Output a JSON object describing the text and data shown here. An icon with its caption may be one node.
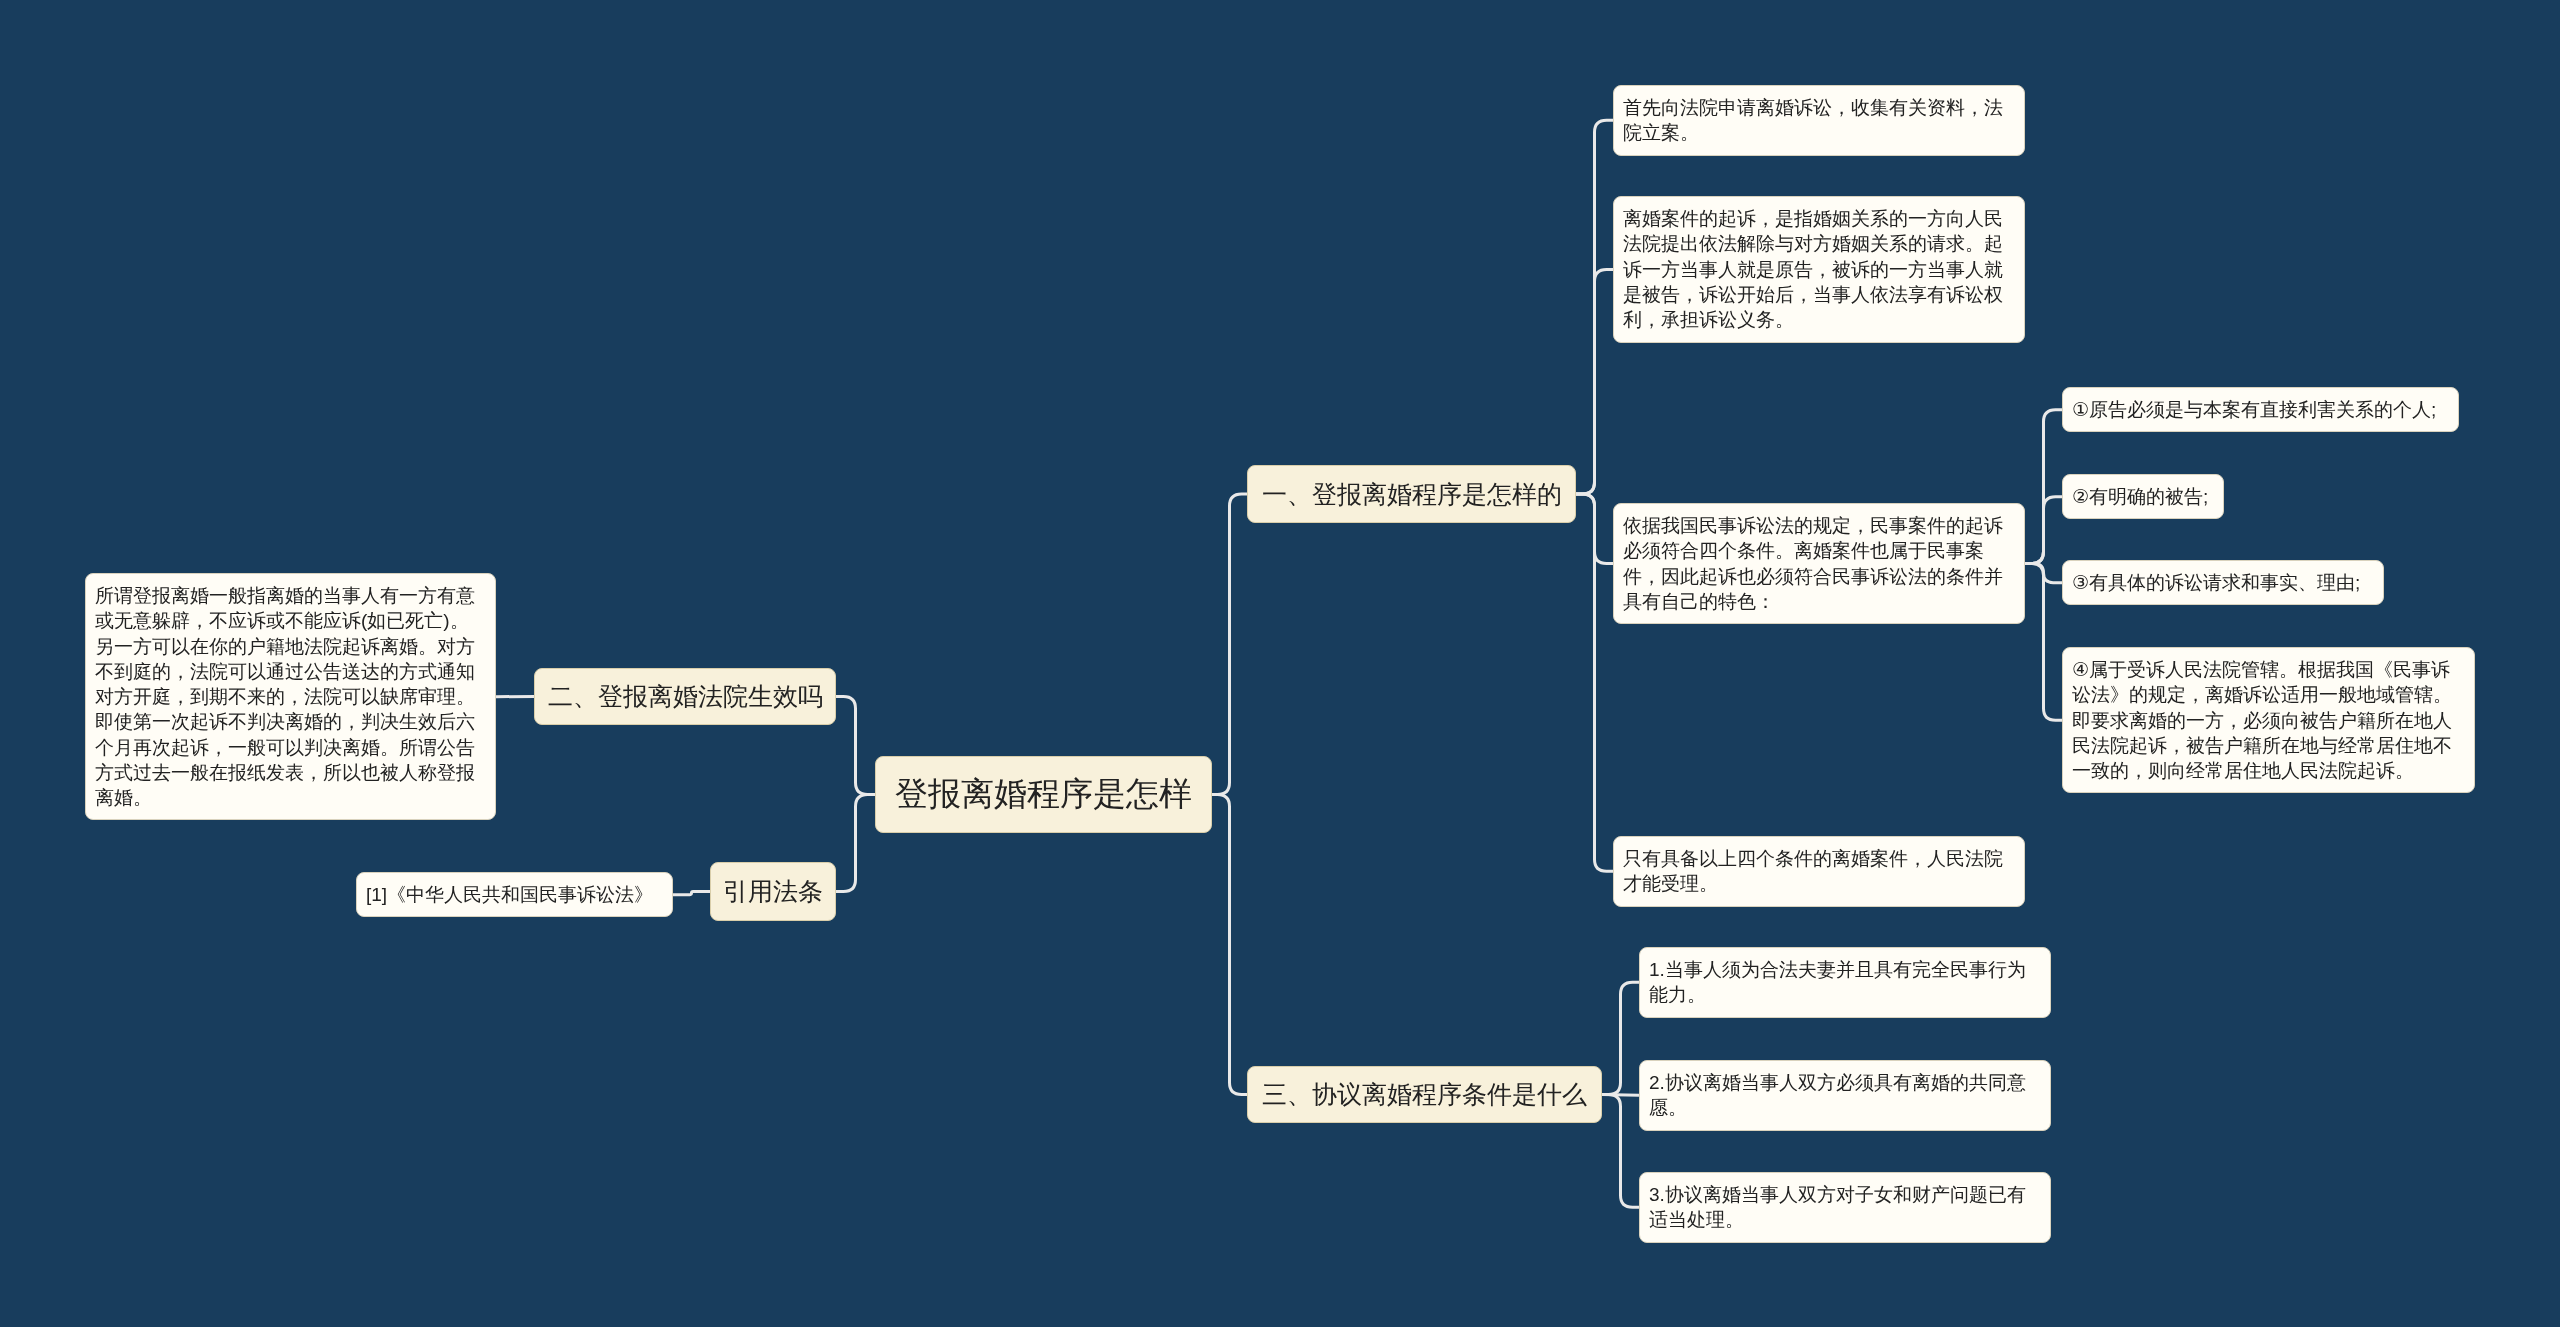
{
  "diagram": {
    "nodes": [
      {
        "text": [
          "登报离婚程序是怎样"
        ]
      },
      {
        "text": [
          "一、登报离婚程序是怎样的"
        ]
      },
      {
        "text": [
          "首先向法院申请离婚诉讼，收集有关资料，法院立案。"
        ]
      },
      {
        "text": [
          "离婚案件的起诉，是指婚姻关系的一方向人民法院提出依法解除与对方婚姻关系的请求。起诉一方当事人就是原告，被诉的一方当事人就是被告，诉讼开始后，当事人依法享有诉讼权利，承担诉讼义务。"
        ]
      },
      {
        "text": [
          "依据我国民事诉讼法的规定，民事案件的起诉必须符合四个条件。离婚案件也属于民事案件，因此起诉也必须符合民事诉讼法的条件并具有自己的特色："
        ]
      },
      {
        "text": [
          "①原告必须是与本案有直接利害关系的个人;"
        ]
      },
      {
        "text": [
          "②有明确的被告;"
        ]
      },
      {
        "text": [
          "③有具体的诉讼请求和事实、理由;"
        ]
      },
      {
        "text": [
          "④属于受诉人民法院管辖。根据我国《民事诉讼法》的规定，离婚诉讼适用一般地域管辖。即要求离婚的一方，必须向被告户籍所在地人民法院起诉，被告户籍所在地与经常居住地不一致的，则向经常居住地人民法院起诉。"
        ]
      },
      {
        "text": [
          "只有具备以上四个条件的离婚案件，人民法院才能受理。"
        ]
      },
      {
        "text": [
          "三、协议离婚程序条件是什么"
        ]
      },
      {
        "text": [
          "1.当事人须为合法夫妻并且具有完全民事行为能力。"
        ]
      },
      {
        "text": [
          "2.协议离婚当事人双方必须具有离婚的共同意愿。"
        ]
      },
      {
        "text": [
          "3.协议离婚当事人双方对子女和财产问题已有适当处理。"
        ]
      },
      {
        "text": [
          "二、登报离婚法院生效吗"
        ]
      },
      {
        "text": [
          "所谓登报离婚一般指离婚的当事人有一方有意或无意躲辟，不应诉或不能应诉(如已死亡)。另一方可以在你的户籍地法院起诉离婚。对方不到庭的，法院可以通过公告送达的方式通知对方开庭，到期不来的，法院可以缺席审理。即使第一次起诉不判决离婚的，判决生效后六个月再次起诉，一般可以判决离婚。所谓公告方式过去一般在报纸发表，所以也被人称登报离婚。"
        ]
      },
      {
        "text": [
          "引用法条"
        ]
      },
      {
        "text": [
          "[1]《中华人民共和国民事诉讼法》"
        ]
      }
    ],
    "edges": [
      {
        "from": 0,
        "to": 1,
        "arrow": "none"
      },
      {
        "from": 1,
        "to": 2,
        "arrow": "none"
      },
      {
        "from": 1,
        "to": 3,
        "arrow": "none"
      },
      {
        "from": 1,
        "to": 4,
        "arrow": "none"
      },
      {
        "from": 4,
        "to": 5,
        "arrow": "none"
      },
      {
        "from": 4,
        "to": 6,
        "arrow": "none"
      },
      {
        "from": 4,
        "to": 7,
        "arrow": "none"
      },
      {
        "from": 4,
        "to": 8,
        "arrow": "none"
      },
      {
        "from": 1,
        "to": 9,
        "arrow": "none"
      },
      {
        "from": 0,
        "to": 10,
        "arrow": "none"
      },
      {
        "from": 10,
        "to": 11,
        "arrow": "none"
      },
      {
        "from": 10,
        "to": 12,
        "arrow": "none"
      },
      {
        "from": 10,
        "to": 13,
        "arrow": "none"
      },
      {
        "from": 0,
        "to": 14,
        "arrow": "none"
      },
      {
        "from": 14,
        "to": 15,
        "arrow": "none"
      },
      {
        "from": 0,
        "to": 16,
        "arrow": "none"
      },
      {
        "from": 16,
        "to": 17,
        "arrow": "none"
      }
    ]
  }
}
